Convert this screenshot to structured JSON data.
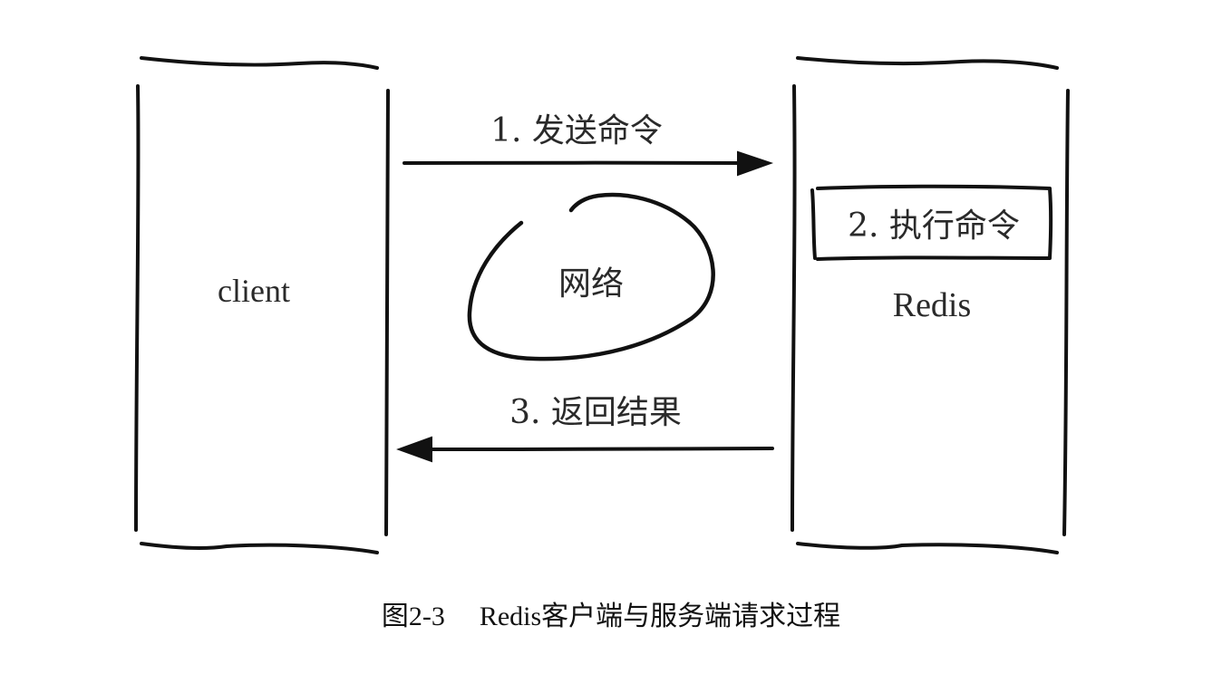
{
  "nodes": {
    "client": {
      "label": "client"
    },
    "redis": {
      "label": "Redis",
      "inner_box": "2. 执行命令"
    }
  },
  "edges": {
    "send": {
      "label": "1. 发送命令",
      "from": "client",
      "to": "redis"
    },
    "return": {
      "label": "3. 返回结果",
      "from": "redis",
      "to": "client"
    }
  },
  "network": {
    "label": "网络"
  },
  "caption": {
    "figure_number": "图2-3",
    "text": "Redis客户端与服务端请求过程"
  },
  "colors": {
    "ink": "#111111",
    "text": "#2a2a2a",
    "background": "#ffffff"
  }
}
